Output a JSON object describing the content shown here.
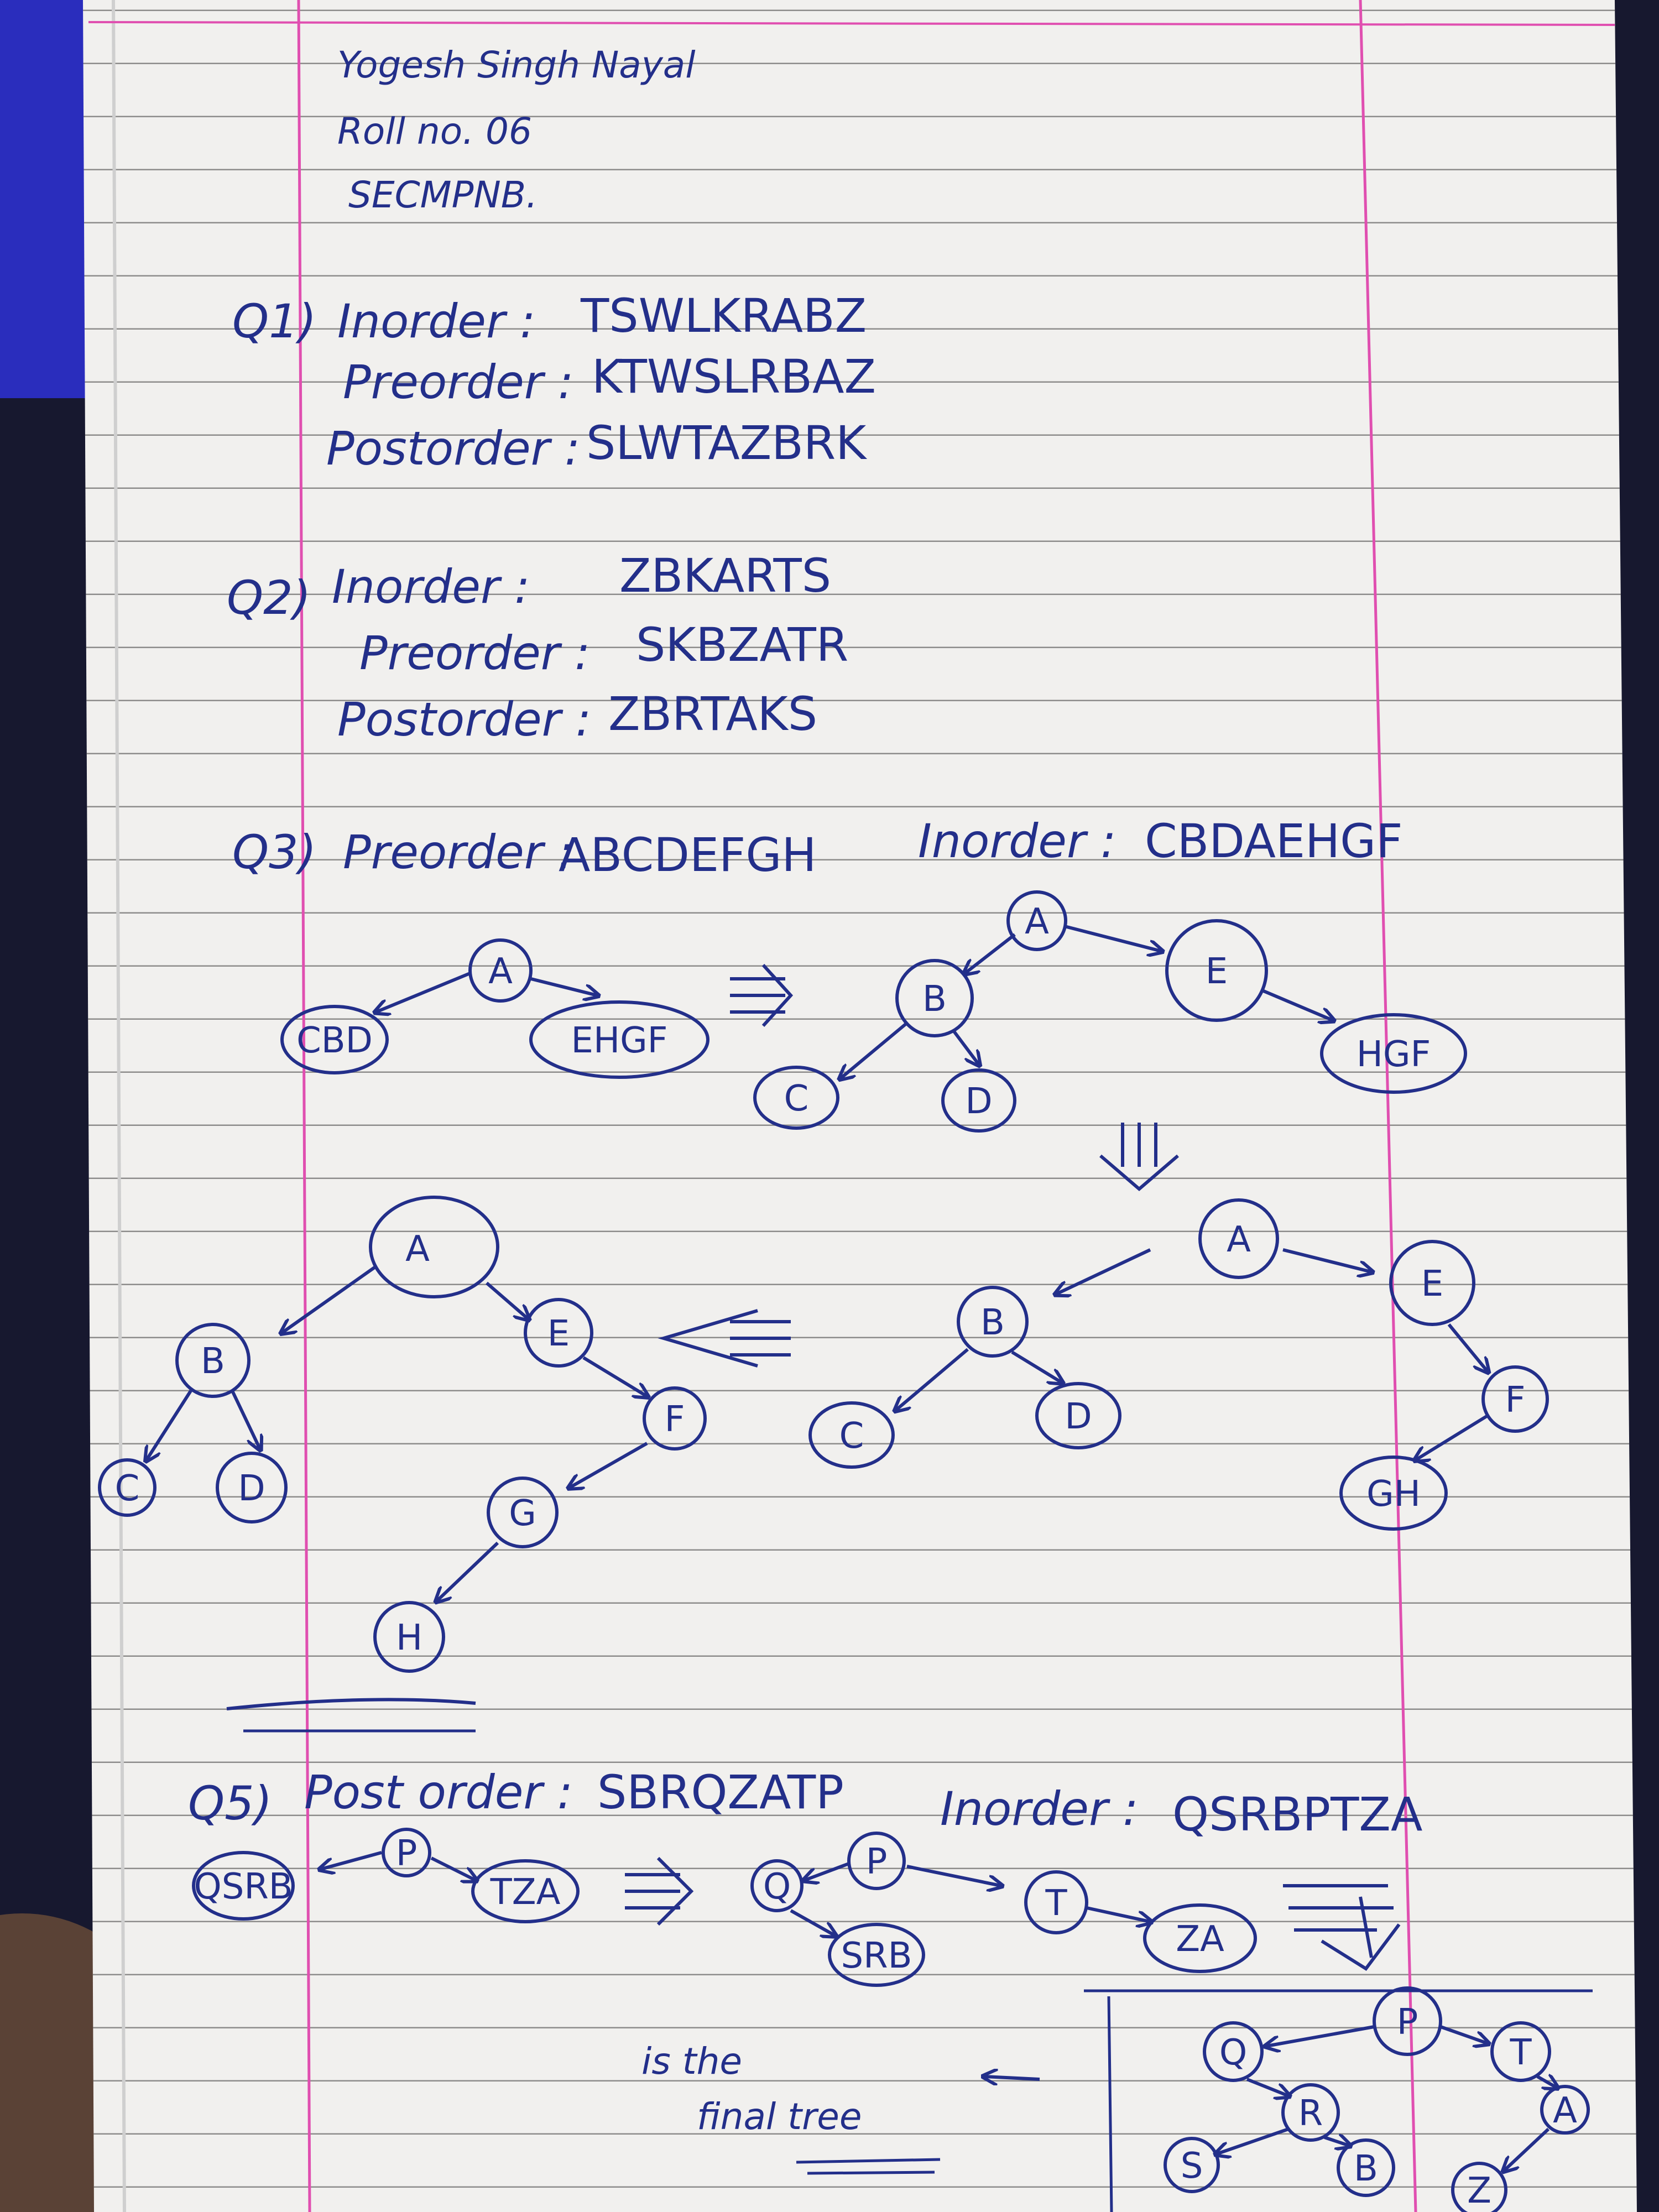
{
  "header": {
    "name": "Yogesh Singh Nayal",
    "roll": "Roll no. 06",
    "section": "SECMPNB."
  },
  "q1": {
    "number": "Q1)",
    "inorder_label": "Inorder :",
    "inorder": "TSWLKRABZ",
    "preorder_label": "Preorder :",
    "preorder": "KTWSLRBAZ",
    "postorder_label": "Postorder :",
    "postorder": "SLWTAZBRK"
  },
  "q2": {
    "number": "Q2)",
    "inorder_label": "Inorder :",
    "inorder": "ZBKARTS",
    "preorder_label": "Preorder :",
    "preorder": "SKBZATR",
    "postorder_label": "Postorder :",
    "postorder": "ZBRTAKS"
  },
  "q3": {
    "number": "Q3)",
    "preorder_label": "Preorder :",
    "preorder": "ABCDEFGH",
    "inorder_label": "Inorder :",
    "inorder": "CBDAEHGF",
    "step1": {
      "root": "A",
      "left": "CBD",
      "right": "EHGF"
    },
    "step2": {
      "root": "A",
      "b": "B",
      "c": "C",
      "d": "D",
      "e": "E",
      "rest": "HGF"
    },
    "step3": {
      "root": "A",
      "b": "B",
      "c": "C",
      "d": "D",
      "e": "E",
      "f": "F",
      "rest": "GH"
    },
    "final": {
      "root": "A",
      "b": "B",
      "c": "C",
      "d": "D",
      "e": "E",
      "f": "F",
      "g": "G",
      "h": "H"
    }
  },
  "q5": {
    "number": "Q5)",
    "postorder_label": "Post order :",
    "postorder": "SBRQZATP",
    "inorder_label": "Inorder :",
    "inorder": "QSRBPTZA",
    "step1": {
      "left": "QSRB",
      "root": "P",
      "right": "TZA"
    },
    "step2": {
      "q": "Q",
      "root": "P",
      "srb": "SRB",
      "t": "T",
      "za": "ZA"
    },
    "final": {
      "root": "P",
      "q": "Q",
      "t": "T",
      "r": "R",
      "a": "A",
      "s": "S",
      "b": "B",
      "z": "Z"
    },
    "note_line1": "is the",
    "note_line2": "final tree"
  }
}
